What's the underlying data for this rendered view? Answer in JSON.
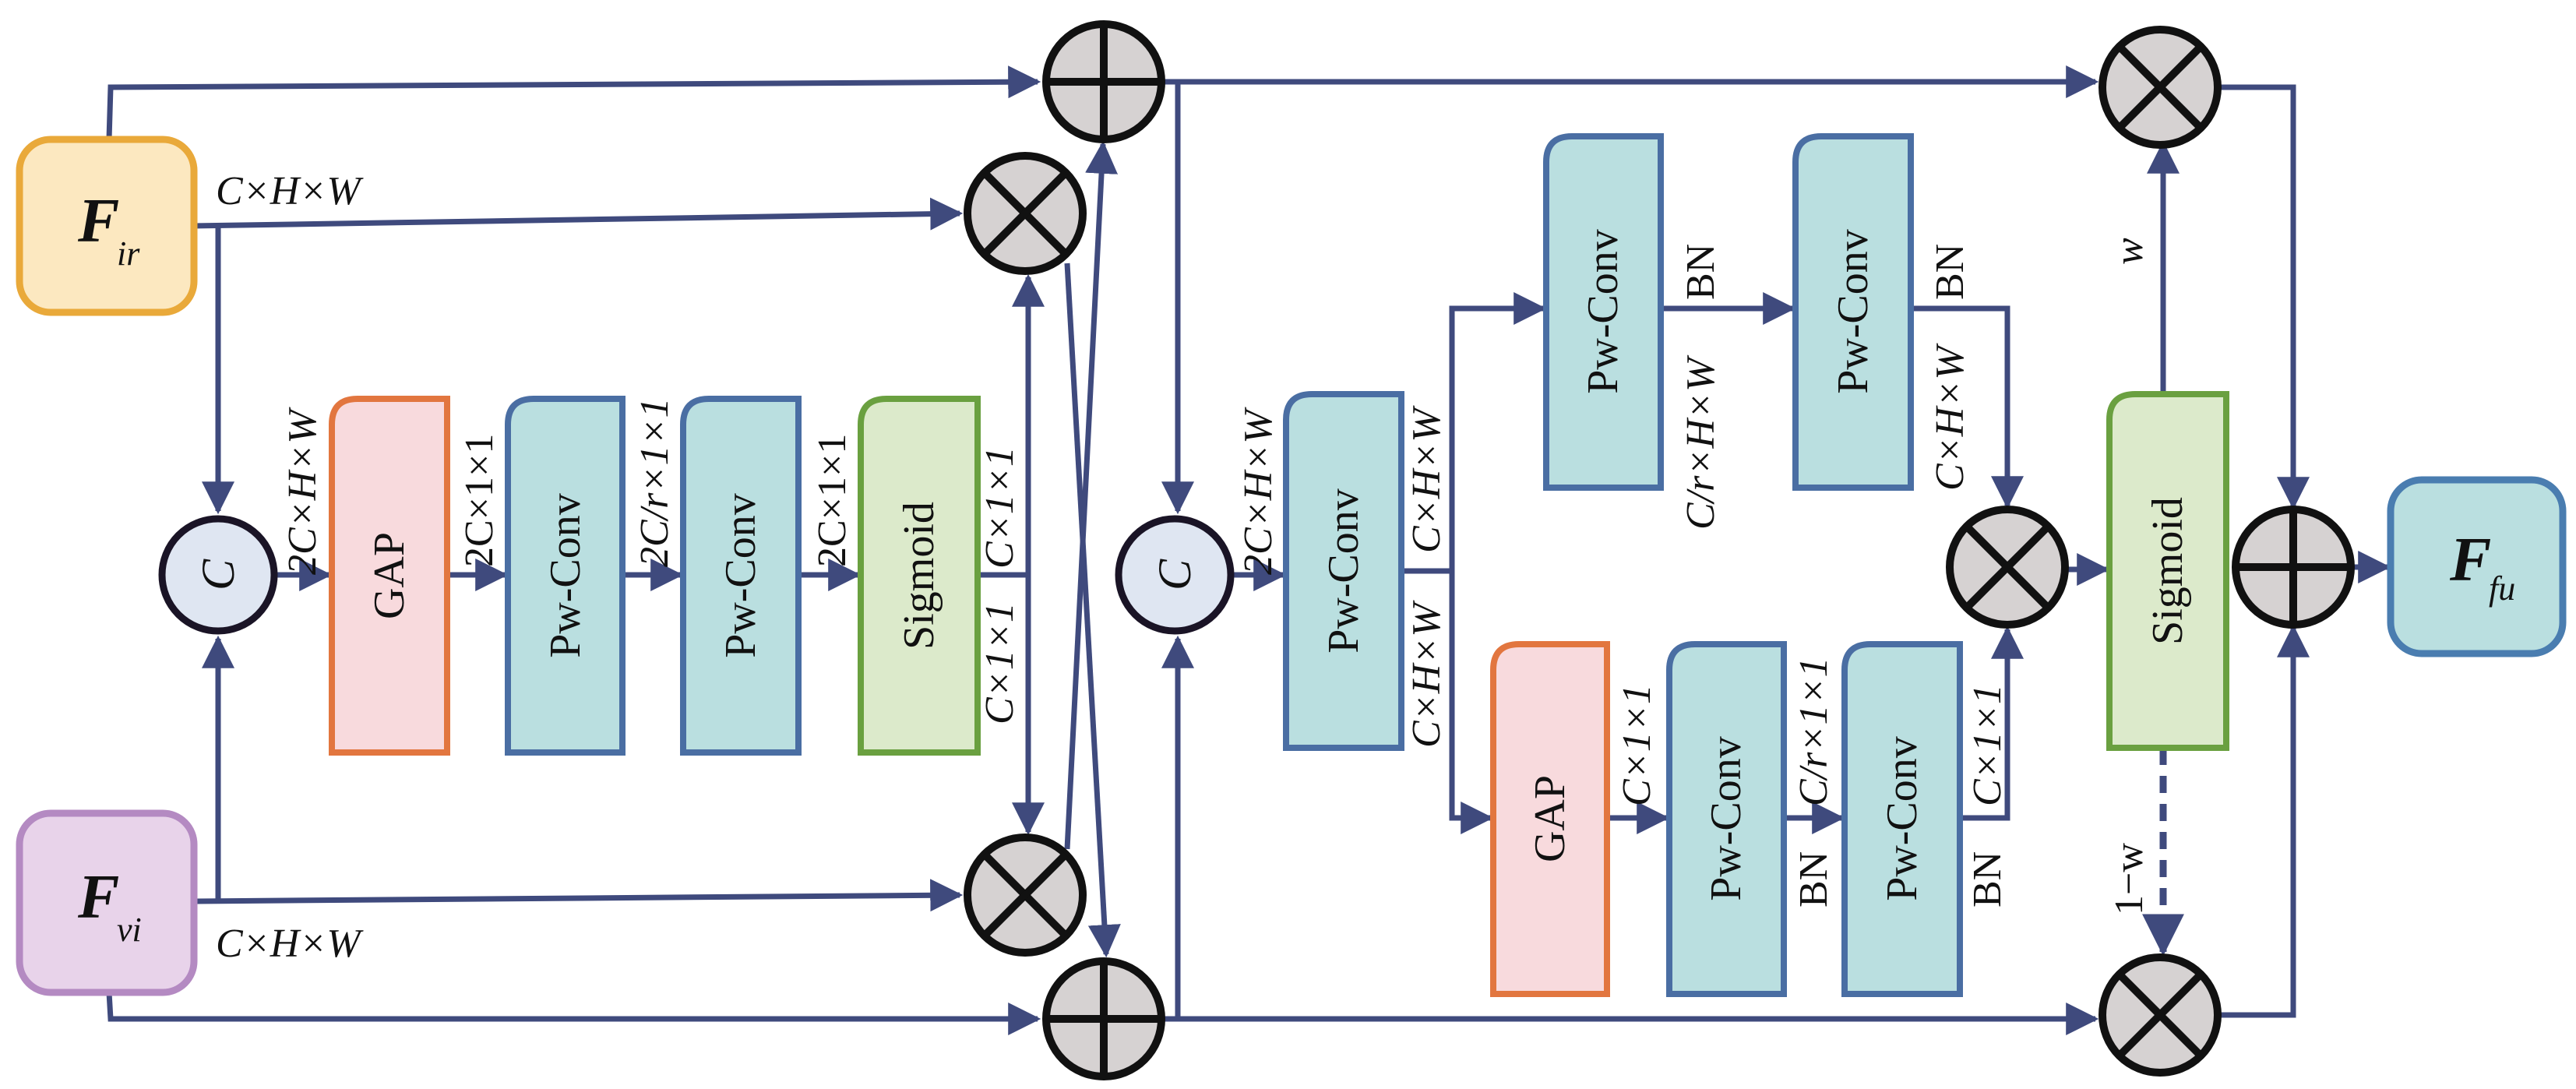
{
  "colors": {
    "line": "#3f4a7d",
    "input_ir_fill": "#fce8c0",
    "input_ir_stroke": "#e9a93a",
    "input_vi_fill": "#e8d3ea",
    "input_vi_stroke": "#b48ac2",
    "gap_fill": "#f8dadd",
    "gap_stroke": "#e2763f",
    "pwconv_fill": "#badfe0",
    "pwconv_stroke": "#4a6ea3",
    "sigmoid_fill": "#dceacb",
    "sigmoid_stroke": "#6aa040",
    "concat_fill": "#dfe6f2",
    "op_fill": "#d6d2d2",
    "op_stroke": "#111111",
    "output_fill": "#badfe0",
    "output_stroke": "#4a7db0"
  },
  "inputs": {
    "ir": {
      "symbol": "F",
      "subscript": "ir",
      "shape_label": "C×H×W"
    },
    "vi": {
      "symbol": "F",
      "subscript": "vi",
      "shape_label": "C×H×W"
    }
  },
  "output": {
    "symbol": "F",
    "subscript": "fu"
  },
  "left_branch": {
    "concat_label": "C",
    "blocks": [
      {
        "label": "GAP",
        "in_label": "2C×H×W"
      },
      {
        "label": "Pw-Conv",
        "in_label": "2C×1×1"
      },
      {
        "label": "Pw-Conv",
        "in_label": "2C/r×1×1"
      },
      {
        "label": "Sigmoid",
        "in_label": "2C×1×1"
      }
    ],
    "split_top_label": "C×1×1",
    "split_bottom_label": "C×1×1"
  },
  "right_branch": {
    "concat_label": "C",
    "concat_out_label": "2C×H×W",
    "pwconv_label": "Pw-Conv",
    "pwconv_out_top_label": "C×H×W",
    "pwconv_out_bottom_label": "C×H×W",
    "upper": [
      {
        "label": "Pw-Conv",
        "out_label": "C/r×H×W",
        "norm": "BN"
      },
      {
        "label": "Pw-Conv",
        "out_label": "C×H×W",
        "norm": "BN"
      }
    ],
    "lower": [
      {
        "label": "GAP",
        "out_label": "C×1×1"
      },
      {
        "label": "Pw-Conv",
        "out_label": "C/r×1×1",
        "norm": "BN"
      },
      {
        "label": "Pw-Conv",
        "out_label": "C×1×1",
        "norm": "BN"
      }
    ],
    "sigmoid_label": "Sigmoid",
    "weight_label": "w",
    "inverse_weight_label": "1−w"
  }
}
